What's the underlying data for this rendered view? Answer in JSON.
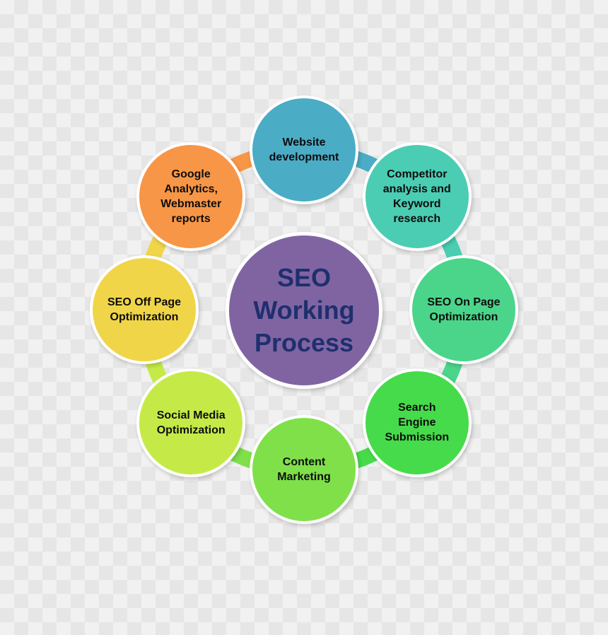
{
  "center": {
    "label": "SEO\nWorking\nProcess",
    "color": "#8064a2",
    "text_color": "#1f2f6e"
  },
  "steps": [
    {
      "label": "Website\ndevelopment",
      "color": "#4bacc6"
    },
    {
      "label": "Competitor\nanalysis and\nKeyword\nresearch",
      "color": "#4bcdb3"
    },
    {
      "label": "SEO On Page\nOptimization",
      "color": "#4ad58a"
    },
    {
      "label": "Search\nEngine\nSubmission",
      "color": "#46db4a"
    },
    {
      "label": "Content\nMarketing",
      "color": "#7fe04a"
    },
    {
      "label": "Social Media\nOptimization",
      "color": "#c5ea48"
    },
    {
      "label": "SEO Off Page\nOptimization",
      "color": "#f0d548"
    },
    {
      "label": "Google\nAnalytics,\nWebmaster\nreports",
      "color": "#f79646"
    }
  ]
}
